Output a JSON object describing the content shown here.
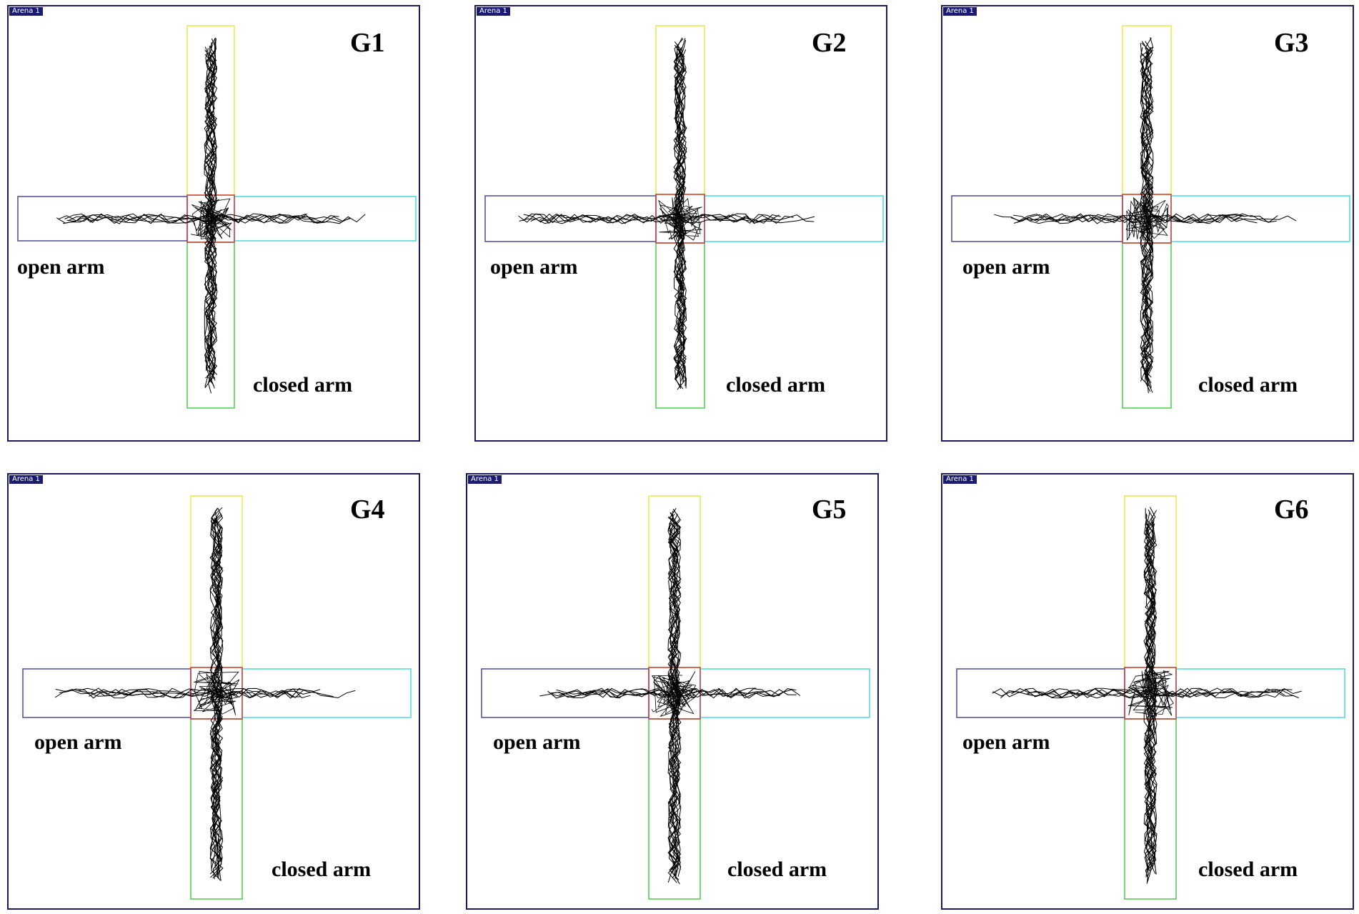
{
  "panels": [
    {
      "arena": "Arena 1",
      "title": "G1",
      "open_arm_label": "open arm",
      "closed_arm_label": "closed arm"
    },
    {
      "arena": "Arena 1",
      "title": "G2",
      "open_arm_label": "open arm",
      "closed_arm_label": "closed arm"
    },
    {
      "arena": "Arena 1",
      "title": "G3",
      "open_arm_label": "open arm",
      "closed_arm_label": "closed arm"
    },
    {
      "arena": "Arena 1",
      "title": "G4",
      "open_arm_label": "open arm",
      "closed_arm_label": "closed arm"
    },
    {
      "arena": "Arena 1",
      "title": "G5",
      "open_arm_label": "open arm",
      "closed_arm_label": "closed arm"
    },
    {
      "arena": "Arena 1",
      "title": "G6",
      "open_arm_label": "open arm",
      "closed_arm_label": "closed arm"
    }
  ],
  "colors": {
    "frame": "#1a1a5e",
    "top_closed_arm": "#e8e84a",
    "bottom_closed_arm": "#4ccc4c",
    "left_open_arm": "#4a4a9a",
    "right_open_arm": "#4ad8d8",
    "center_zone": "#cc3a3a",
    "track": "#000000"
  }
}
